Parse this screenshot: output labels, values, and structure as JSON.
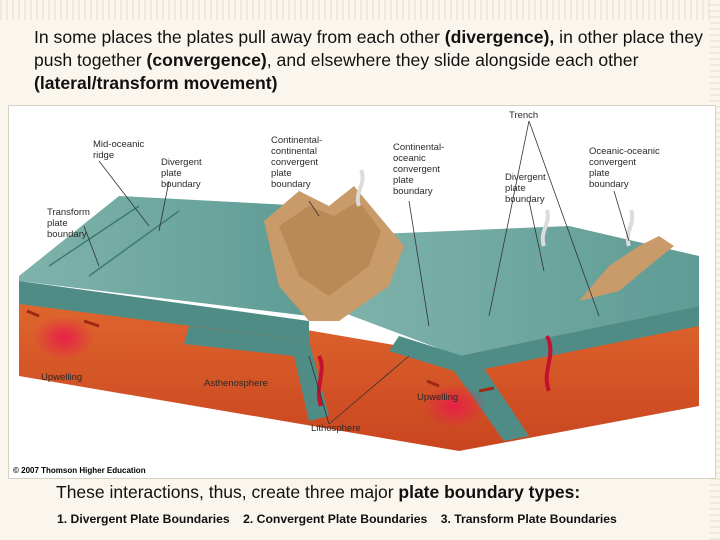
{
  "intro": {
    "p1": "In some places the plates pull away from each other ",
    "b1": "(divergence),",
    "p2": " in other place they push together ",
    "b2": "(convergence)",
    "p3": ", and elsewhere they slide alongside each other ",
    "b3": "(lateral/transform movement)"
  },
  "figure": {
    "labels": {
      "trench": "Trench",
      "mid_oceanic_1": "Mid-oceanic",
      "mid_oceanic_2": "ridge",
      "divergent_left_1": "Divergent",
      "divergent_left_2": "plate",
      "divergent_left_3": "boundary",
      "transform_1": "Transform",
      "transform_2": "plate",
      "transform_3": "boundary",
      "cc_1": "Continental-",
      "cc_2": "continental",
      "cc_3": "convergent",
      "cc_4": "plate",
      "cc_5": "boundary",
      "co_1": "Continental-",
      "co_2": "oceanic",
      "co_3": "convergent",
      "co_4": "plate",
      "co_5": "boundary",
      "divergent_right_1": "Divergent",
      "divergent_right_2": "plate",
      "divergent_right_3": "boundary",
      "oo_1": "Oceanic-oceanic",
      "oo_2": "convergent",
      "oo_3": "plate",
      "oo_4": "boundary",
      "upwelling_left": "Upwelling",
      "asthenosphere": "Asthenosphere",
      "upwelling_right": "Upwelling",
      "lithosphere": "Lithosphere"
    },
    "copyright": "© 2007 Thomson Higher Education"
  },
  "summary": {
    "text": "These interactions, thus, create three major ",
    "bold": "plate boundary types:"
  },
  "types": [
    "1. Divergent Plate Boundaries",
    "2. Convergent Plate Boundaries",
    "3. Transform Plate Boundaries"
  ],
  "colors": {
    "ocean": "#6fa7a0",
    "mantle": "#d9582a",
    "continent": "#c99a6a",
    "magma": "#c4112e"
  }
}
